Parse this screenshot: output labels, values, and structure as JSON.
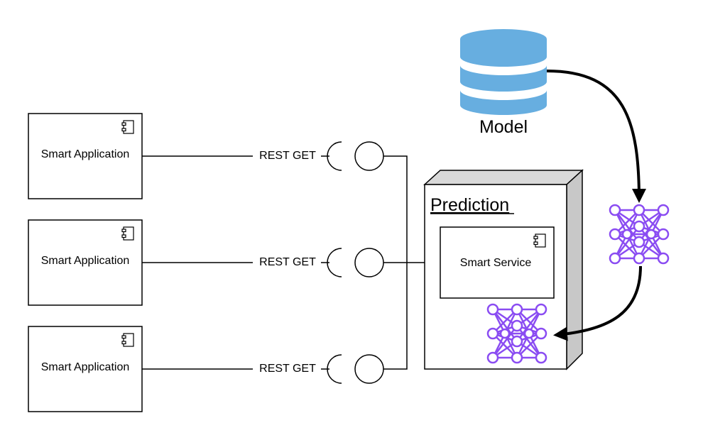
{
  "apps": [
    {
      "label": "Smart Application",
      "connector_label": "REST GET"
    },
    {
      "label": "Smart Application",
      "connector_label": "REST GET"
    },
    {
      "label": "Smart Application",
      "connector_label": "REST GET"
    }
  ],
  "model": {
    "label": "Model",
    "color": "#67AEE0"
  },
  "node": {
    "title": "Prediction"
  },
  "service": {
    "label": "Smart Service"
  },
  "network_color": "#8A4CF2",
  "icons": [
    "component-icon",
    "database-icon",
    "neural-network-icon",
    "arrow-icon"
  ]
}
